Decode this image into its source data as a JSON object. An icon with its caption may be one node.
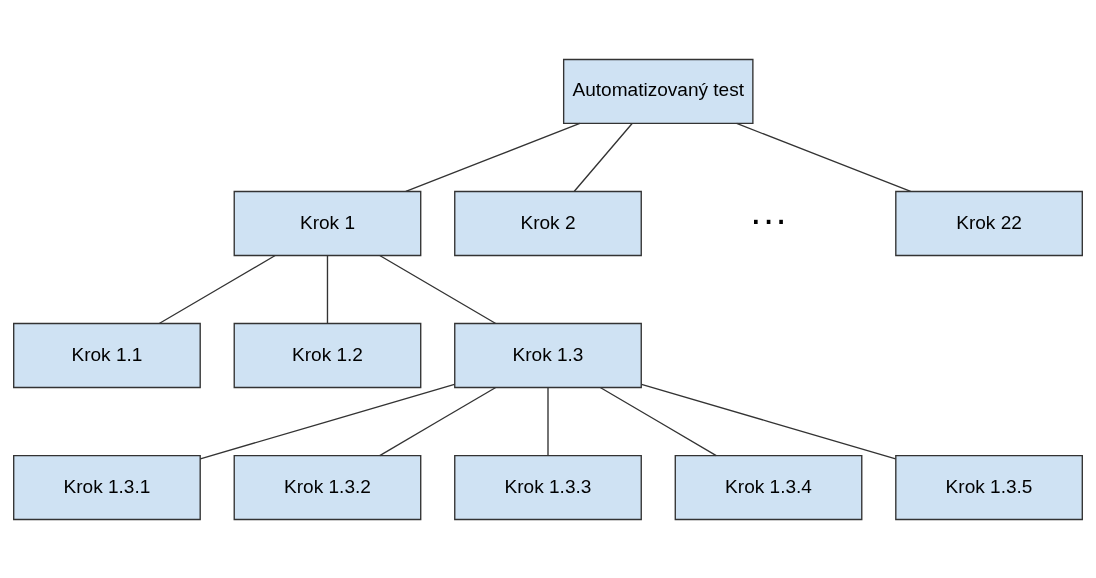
{
  "diagram": {
    "nodes": [
      {
        "text": [
          "Automatizovaný test"
        ]
      },
      {
        "text": [
          "Krok 1"
        ]
      },
      {
        "text": [
          "Krok 2"
        ]
      },
      {
        "text": [
          "Krok 22"
        ]
      },
      {
        "text": [
          "Krok 1.1"
        ]
      },
      {
        "text": [
          "Krok 1.2"
        ]
      },
      {
        "text": [
          "Krok 1.3"
        ]
      },
      {
        "text": [
          "Krok 1.3.1"
        ]
      },
      {
        "text": [
          "Krok 1.3.2"
        ]
      },
      {
        "text": [
          "Krok 1.3.3"
        ]
      },
      {
        "text": [
          "Krok 1.3.4"
        ]
      },
      {
        "text": [
          "Krok 1.3.5"
        ]
      }
    ],
    "edges": [
      {
        "from": 0,
        "to": 1,
        "arrow": "none"
      },
      {
        "from": 0,
        "to": 2,
        "arrow": "none"
      },
      {
        "from": 0,
        "to": 3,
        "arrow": "none"
      },
      {
        "from": 1,
        "to": 4,
        "arrow": "none"
      },
      {
        "from": 1,
        "to": 5,
        "arrow": "none"
      },
      {
        "from": 1,
        "to": 6,
        "arrow": "none"
      },
      {
        "from": 6,
        "to": 7,
        "arrow": "none"
      },
      {
        "from": 6,
        "to": 8,
        "arrow": "none"
      },
      {
        "from": 6,
        "to": 9,
        "arrow": "none"
      },
      {
        "from": 6,
        "to": 10,
        "arrow": "none"
      },
      {
        "from": 6,
        "to": 11,
        "arrow": "none"
      }
    ],
    "labels": [
      "···"
    ]
  }
}
